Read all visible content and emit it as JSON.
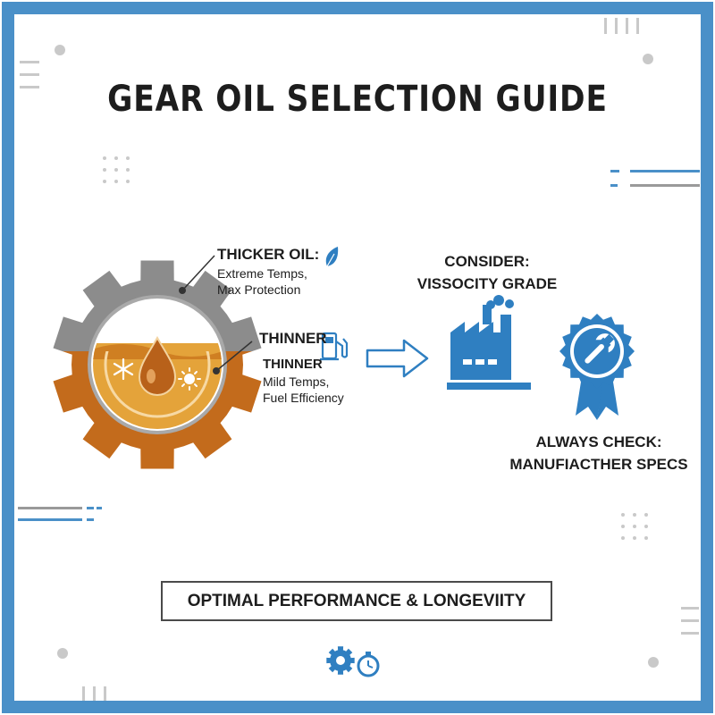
{
  "title": "GEAR OIL SELECTION GUIDE",
  "thick_oil": {
    "heading": "THICKER OIL:",
    "line1": "Extreme Temps,",
    "line2": "Max Protection",
    "icon": "oil-drop-icon"
  },
  "thin_oil": {
    "heading_top": "THINNER",
    "heading": "THINNER",
    "line1": "Mild Temps,",
    "line2": "Fuel Efficiency",
    "icon": "fuel-pump-icon"
  },
  "consider": {
    "heading": "CONSIDER:",
    "value": "VISSOCITY GRADE",
    "icon": "factory-icon"
  },
  "check": {
    "heading": "ALWAYS CHECK:",
    "value": "MANUFIACTHER SPECS",
    "icon": "wrench-badge-icon"
  },
  "banner": "OPTIMAL PERFORMANCE & LONGEVIITY",
  "footer_icon": "gears-stopwatch-icon",
  "colors": {
    "frame": "#4a90c8",
    "accent": "#2f7fc1",
    "gear": "#8c8c8c",
    "oil": "#c8741c",
    "text": "#1d1d1d"
  }
}
